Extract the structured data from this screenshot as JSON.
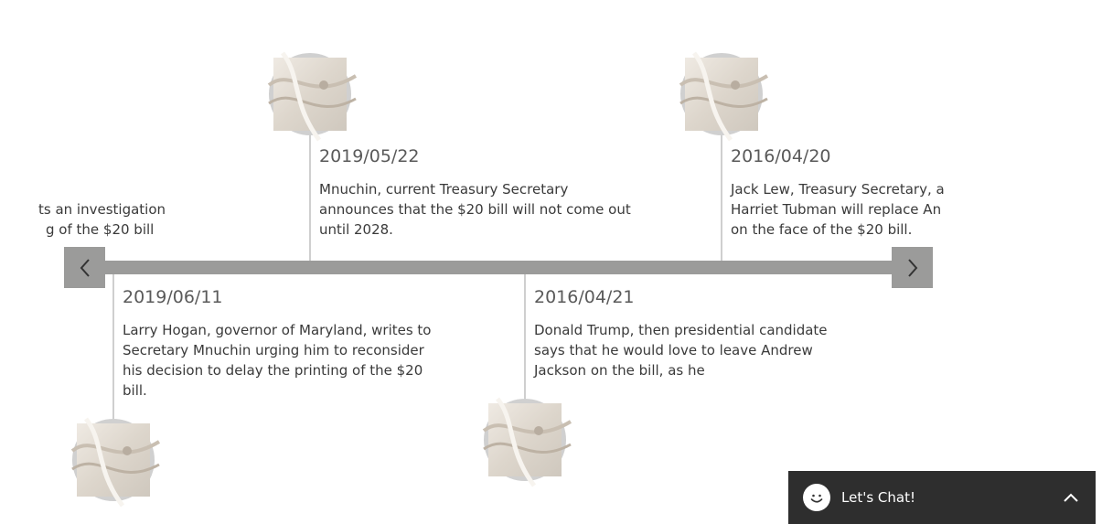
{
  "timeline": {
    "events": [
      {
        "date": "",
        "text_lines": [
          "ts an investigation",
          "g of the $20 bill"
        ]
      },
      {
        "date": "2019/06/11",
        "text_lines": [
          "Larry Hogan, governor of Maryland, writes to",
          "Secretary Mnuchin urging him to reconsider",
          "his decision to delay the printing of the $20",
          "bill."
        ]
      },
      {
        "date": "2019/05/22",
        "text_lines": [
          "Mnuchin, current Treasury Secretary",
          "announces that the $20 bill will not come out",
          "until 2028."
        ]
      },
      {
        "date": "2016/04/21",
        "text_lines": [
          "Donald Trump, then presidential candidate",
          "says that he would love to leave Andrew",
          "Jackson on the bill, as he"
        ]
      },
      {
        "date": "2016/04/20",
        "text_lines": [
          "Jack Lew, Treasury Secretary, a",
          "Harriet Tubman will replace An",
          "on the face of the $20 bill."
        ]
      }
    ],
    "prev_icon": "chevron-left-icon",
    "next_icon": "chevron-right-icon"
  },
  "chat": {
    "label": "Let's Chat!",
    "icon": "smiley-icon",
    "toggle_icon": "chevron-up-icon"
  },
  "colors": {
    "track": "#9b9b9a",
    "chat_bg": "#2e2e2e",
    "photo_border": "#d0d0d0"
  }
}
